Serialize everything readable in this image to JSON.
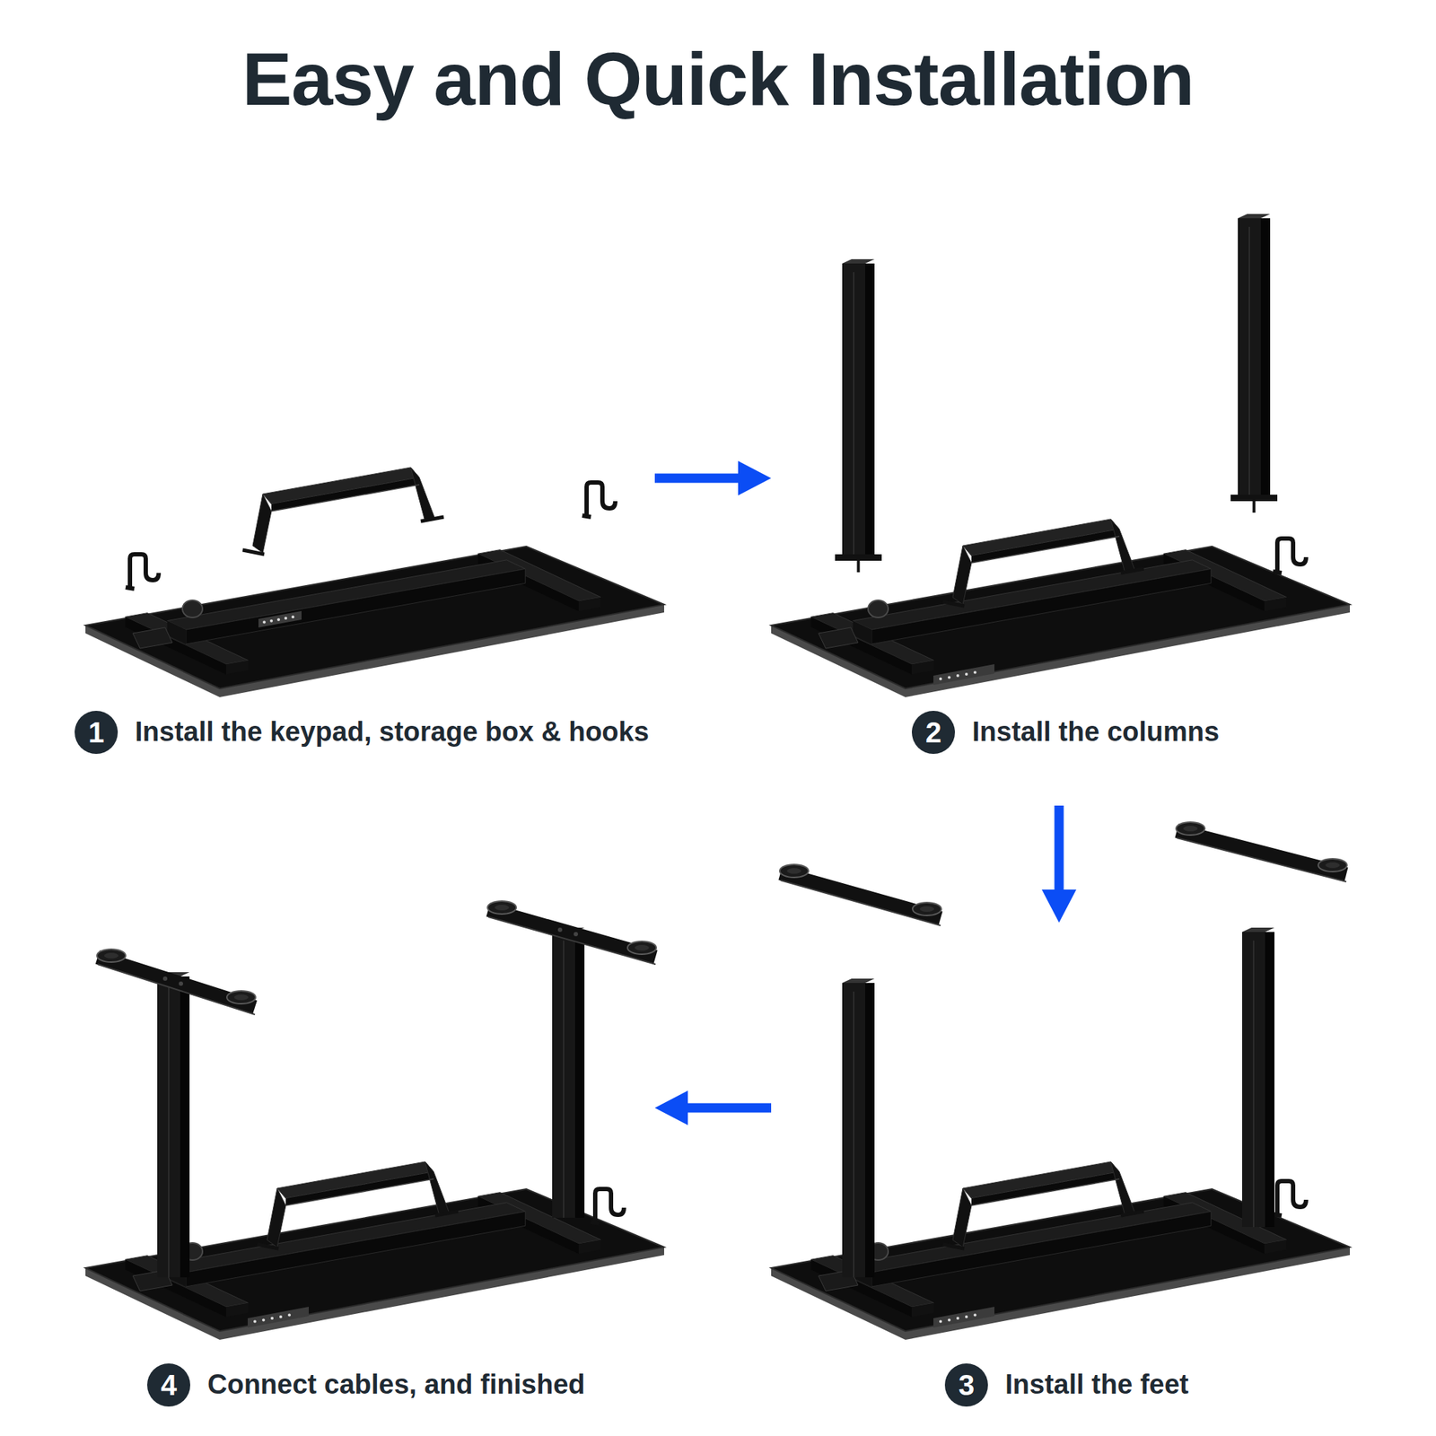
{
  "diagram": {
    "title": "Easy and Quick Installation",
    "nodes": [
      {
        "text": [
          "1",
          "Install the keypad, storage box & hooks"
        ]
      },
      {
        "text": [
          "2",
          "Install the columns"
        ]
      },
      {
        "text": [
          "3",
          "Install the feet"
        ]
      },
      {
        "text": [
          "4",
          "Connect cables, and finished"
        ]
      }
    ],
    "edges": [
      {
        "from": 0,
        "to": 1,
        "arrow": "to"
      },
      {
        "from": 1,
        "to": 2,
        "arrow": "to"
      },
      {
        "from": 2,
        "to": 3,
        "arrow": "to"
      }
    ]
  }
}
